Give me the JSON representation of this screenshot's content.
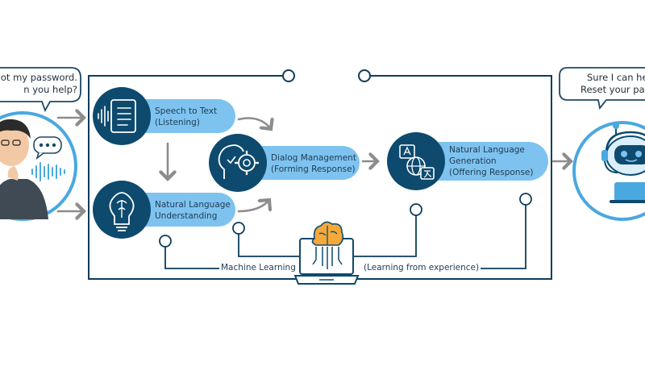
{
  "bubbles": {
    "user": {
      "line1": "ot my password.",
      "line2": "n you help?"
    },
    "bot": {
      "line1": "Sure I can help",
      "line2": "Reset your pass"
    }
  },
  "stages": {
    "speech": {
      "line1": "Speech to Text",
      "line2": "(Listening)"
    },
    "nlu": {
      "line1": "Natural Language",
      "line2": "Understanding"
    },
    "dialog": {
      "line1": "Dialog Management",
      "line2": "(Forming Response)"
    },
    "nlg": {
      "line1": "Natural Language",
      "line2": "Generation",
      "line3": "(Offering  Response)"
    }
  },
  "learning": {
    "left": "Machine Learning",
    "right": "(Learning from experience)"
  },
  "icons": {
    "user": "person-with-phone-icon",
    "speech": "sound-wave-document-icon",
    "nlu": "brain-lightbulb-icon",
    "dialog": "head-gear-icon",
    "nlg": "translate-globe-icon",
    "ml": "brain-laptop-icon",
    "bot": "robot-agent-icon"
  },
  "colors": {
    "navy": "#0d4a6e",
    "pill": "#7ec3ef",
    "frame": "#0d3d5c",
    "arrow": "#8c8c8c",
    "bubble_border": "#1c4966"
  }
}
